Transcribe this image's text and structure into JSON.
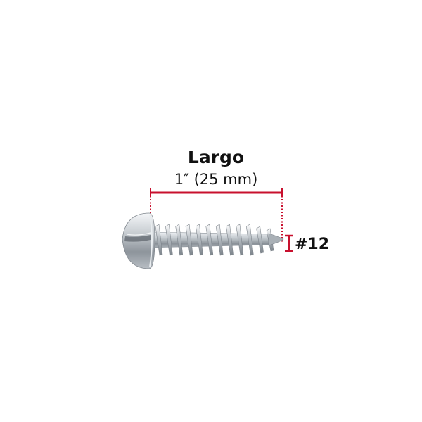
{
  "diagram": {
    "length_label": "Largo",
    "length_value": "1″ (25 mm)",
    "gauge_label": "#12",
    "accent_color": "#c8102e",
    "text_color": "#111111",
    "screw_icon": "pan-head-slotted-screw-icon"
  }
}
